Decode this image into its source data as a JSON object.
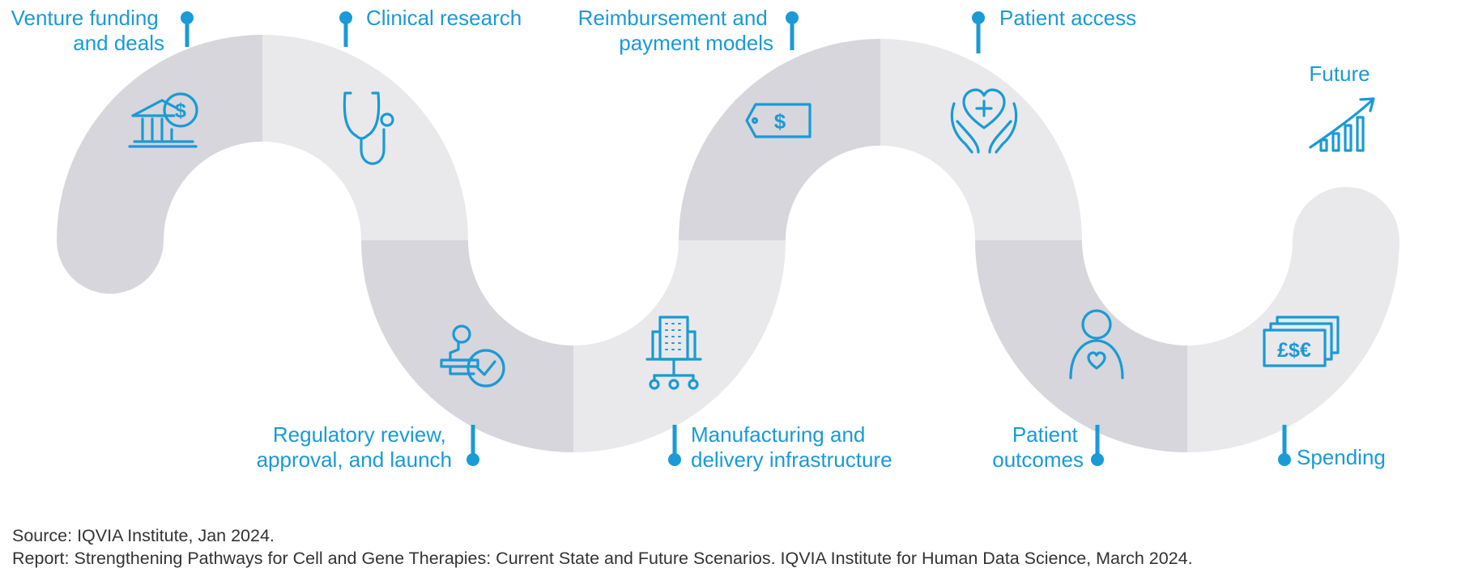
{
  "stages": [
    {
      "label_lines": [
        "Venture funding",
        "and deals"
      ],
      "icon": "bank-dollar-icon"
    },
    {
      "label_lines": [
        "Clinical research"
      ],
      "icon": "stethoscope-icon"
    },
    {
      "label_lines": [
        "Regulatory review,",
        "approval, and launch"
      ],
      "icon": "approval-stamp-icon"
    },
    {
      "label_lines": [
        "Manufacturing and",
        "delivery infrastructure"
      ],
      "icon": "factory-network-icon"
    },
    {
      "label_lines": [
        "Reimbursement and",
        "payment models"
      ],
      "icon": "price-tag-icon"
    },
    {
      "label_lines": [
        "Patient access"
      ],
      "icon": "hands-heart-icon"
    },
    {
      "label_lines": [
        "Patient",
        "outcomes"
      ],
      "icon": "person-heart-icon"
    },
    {
      "label_lines": [
        "Spending"
      ],
      "icon": "currency-notes-icon"
    },
    {
      "label_lines": [
        "Future"
      ],
      "icon": "growth-chart-icon"
    }
  ],
  "icon_text": {
    "dollar": "$",
    "currencies": "£$€"
  },
  "colors": {
    "accent": "#1a9ad6",
    "band_dark": "#d6d6dc",
    "band_light": "#e9e9ec",
    "footer_text": "#333333"
  },
  "footer": {
    "source": "Source: IQVIA Institute, Jan 2024.",
    "report": "Report: Strengthening Pathways for Cell and Gene Therapies: Current State and Future Scenarios. IQVIA Institute for Human Data Science, March 2024."
  }
}
